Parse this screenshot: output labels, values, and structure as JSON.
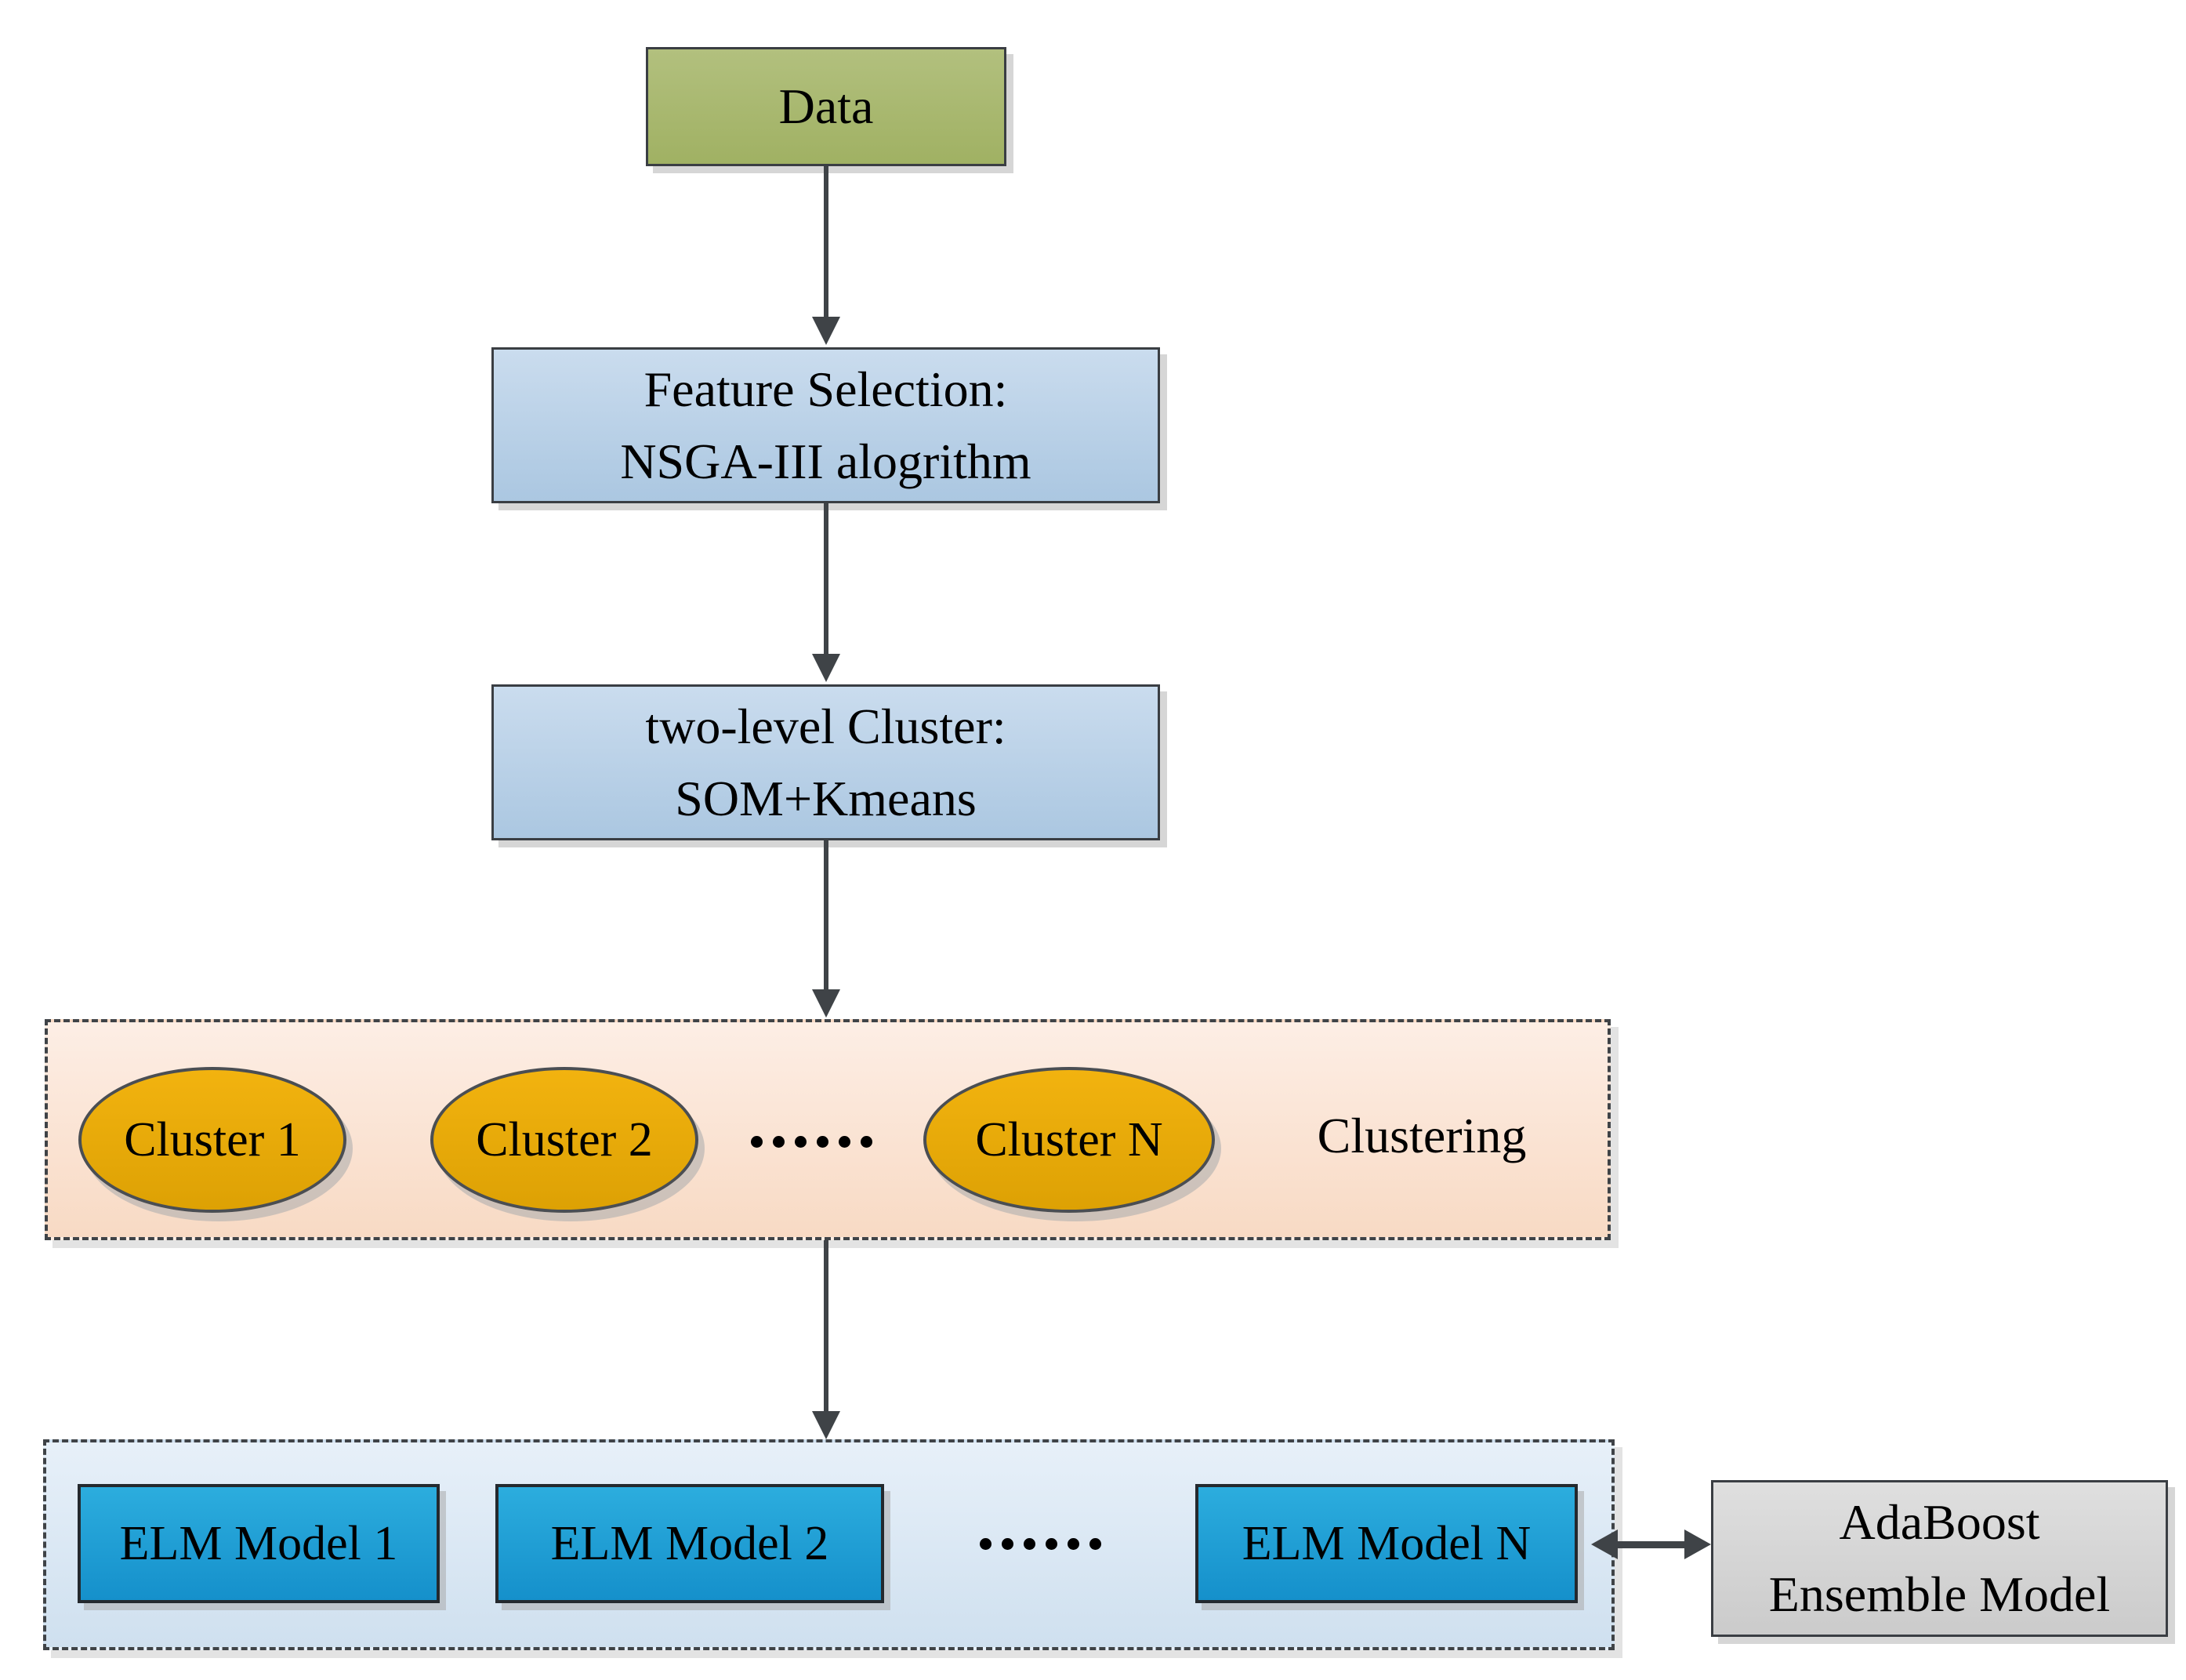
{
  "diagram": {
    "data_node": {
      "label": "Data"
    },
    "feature_selection_node": {
      "line1": "Feature Selection:",
      "line2": "NSGA-III alogrithm"
    },
    "two_level_cluster_node": {
      "line1": "two-level Cluster:",
      "line2": "SOM+Kmeans"
    },
    "clustering_group": {
      "label": "Clustering",
      "clusters": [
        {
          "label": "Cluster 1"
        },
        {
          "label": "Cluster 2"
        },
        {
          "label": "Cluster N"
        }
      ],
      "ellipsis_dots": 6
    },
    "elm_group": {
      "models": [
        {
          "label": "ELM Model 1"
        },
        {
          "label": "ELM Model 2"
        },
        {
          "label": "ELM Model N"
        }
      ],
      "ellipsis_dots": 6
    },
    "adaboost_node": {
      "line1": "AdaBoost",
      "line2": "Ensemble Model"
    },
    "colors": {
      "data_fill": "#a9b970",
      "process_fill": "#bcd0e6",
      "cluster_band_fill": "#fae3d2",
      "cluster_ellipse_fill": "#e9aa09",
      "elm_band_fill": "#dbe8f4",
      "elm_box_fill": "#1f9fd6",
      "adaboost_fill": "#d6d6d6",
      "arrow": "#3f4347",
      "border": "#3a3e43",
      "text": "#000000"
    }
  }
}
